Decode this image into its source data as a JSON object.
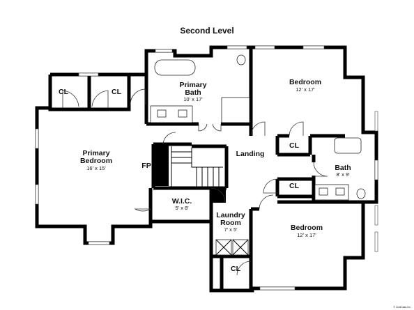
{
  "plan": {
    "title": "Second Level",
    "watermark": "© CubiCasa Inc."
  },
  "rooms": {
    "primary_bedroom": {
      "name_line1": "Primary",
      "name_line2": "Bedroom",
      "dims": "16' x 15'"
    },
    "primary_bath": {
      "name_line1": "Primary",
      "name_line2": "Bath",
      "dims": "10' x 17'"
    },
    "bedroom_top": {
      "name": "Bedroom",
      "dims": "12' x 17'"
    },
    "bedroom_bottom": {
      "name": "Bedroom",
      "dims": "12' x 17'"
    },
    "bath": {
      "name": "Bath",
      "dims": "8' x 9'"
    },
    "landing": {
      "name": "Landing"
    },
    "wic": {
      "name": "W.I.C.",
      "dims": "5' x 8'"
    },
    "laundry": {
      "name_line1": "Laundry",
      "name_line2": "Room",
      "dims": "7' x 5'"
    },
    "fireplace": {
      "name": "FP"
    },
    "closets": [
      "CL",
      "CL",
      "CL",
      "CL",
      "CL"
    ]
  }
}
